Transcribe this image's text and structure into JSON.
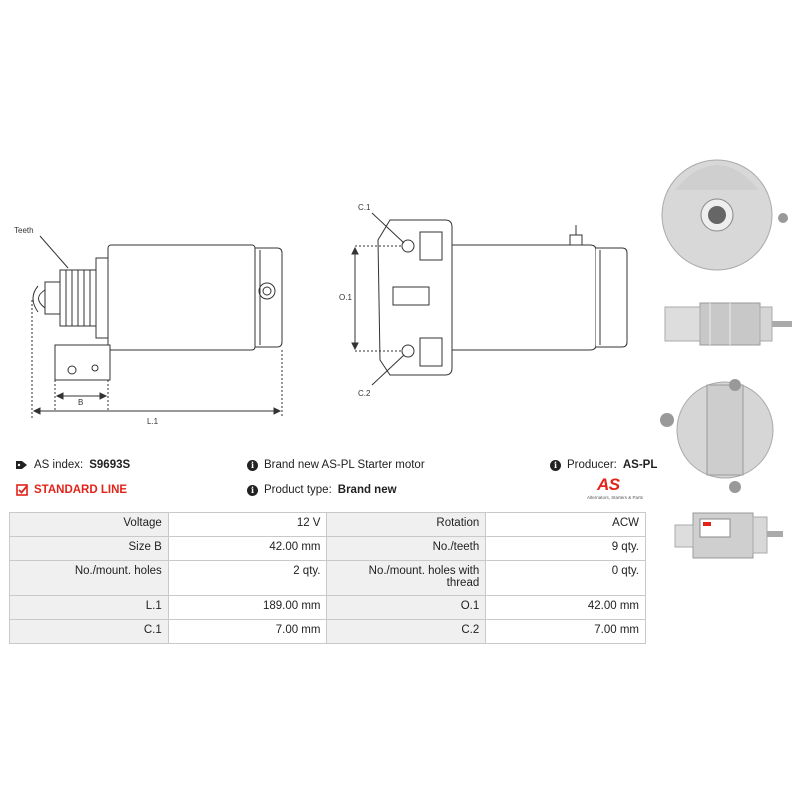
{
  "drawing": {
    "teeth_label": "Teeth",
    "b_label": "B",
    "l1_label": "L.1",
    "c1_label": "C.1",
    "o1_label": "O.1",
    "c2_label": "C.2"
  },
  "info": {
    "index_prefix": "AS index:",
    "index_value": "S9693S",
    "line_label": "STANDARD LINE",
    "description": "Brand new AS-PL Starter motor",
    "product_type_prefix": "Product type:",
    "product_type_value": "Brand new",
    "producer_prefix": "Producer:",
    "producer_value": "AS-PL"
  },
  "logo": {
    "mark": "AS",
    "subtitle": "Alternators, Starters & Parts",
    "color": "#e2231a"
  },
  "specs": [
    {
      "l1": "Voltage",
      "v1": "12 V",
      "l2": "Rotation",
      "v2": "ACW"
    },
    {
      "l1": "Size B",
      "v1": "42.00 mm",
      "l2": "No./teeth",
      "v2": "9 qty."
    },
    {
      "l1": "No./mount. holes",
      "v1": "2 qty.",
      "l2": "No./mount. holes with thread",
      "v2": "0 qty."
    },
    {
      "l1": "L.1",
      "v1": "189.00 mm",
      "l2": "O.1",
      "v2": "42.00 mm"
    },
    {
      "l1": "C.1",
      "v1": "7.00 mm",
      "l2": "C.2",
      "v2": "7.00 mm"
    }
  ]
}
